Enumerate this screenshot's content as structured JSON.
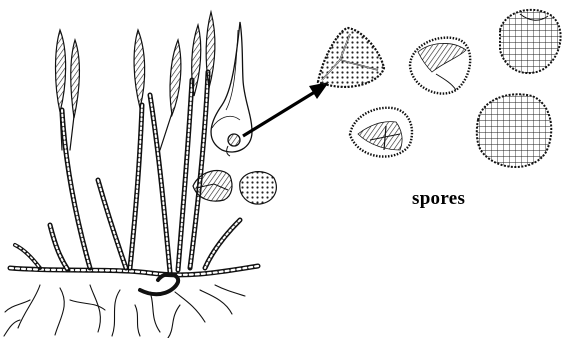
{
  "diagram": {
    "label_spores": "spores",
    "ink_color": "#111111",
    "background_color": "#ffffff",
    "parts": [
      "plant-illustration",
      "strobilus-closeup",
      "sporophyll",
      "arrow",
      "spore-cluster"
    ]
  }
}
